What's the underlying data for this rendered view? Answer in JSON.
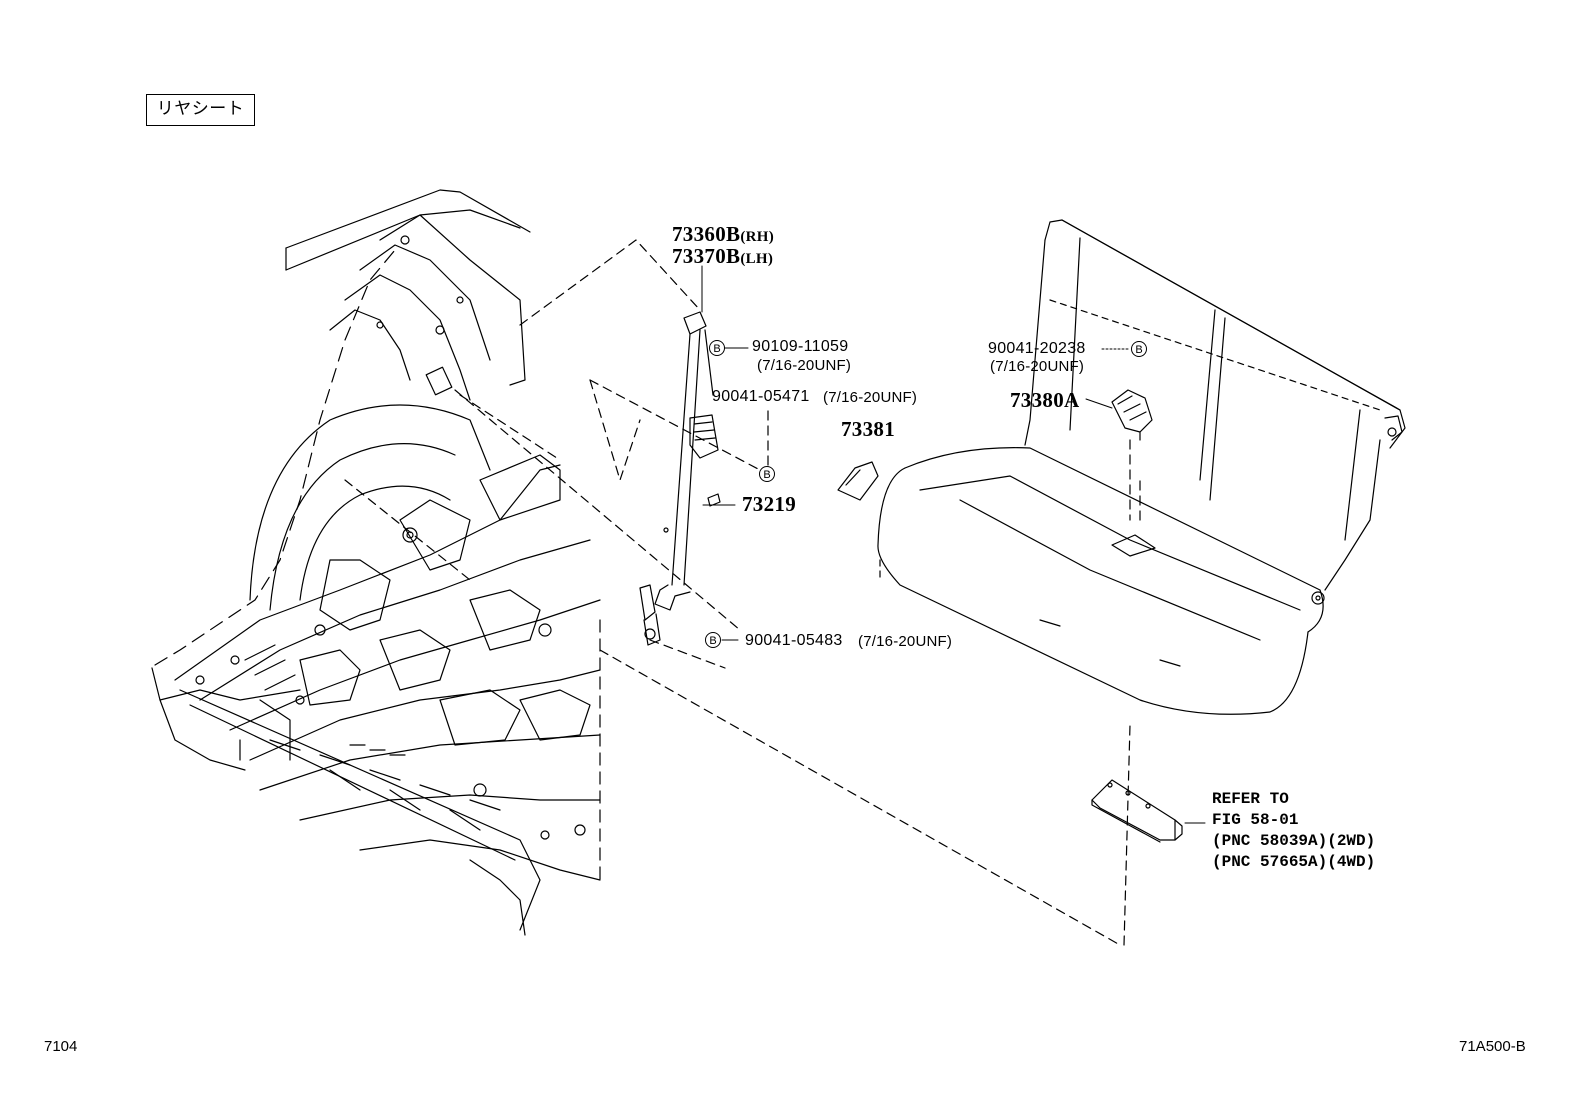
{
  "header": {
    "section_title": "リヤシート"
  },
  "labels": {
    "belt_rh": "73360B",
    "belt_rh_side": "(RH)",
    "belt_lh": "73370B",
    "belt_lh_side": "(LH)",
    "bolt_upper": "90109-11059",
    "bolt_upper_spec": "(7/16-20UNF)",
    "bolt_mid": "90041-05471",
    "bolt_mid_spec": "(7/16-20UNF)",
    "clip": "73219",
    "bolt_lower": "90041-05483",
    "bolt_lower_spec": "(7/16-20UNF)",
    "bezel": "73381",
    "buckle_bolt": "90041-20238",
    "buckle_bolt_spec": "(7/16-20UNF)",
    "buckle": "73380A",
    "bolt_mark": "B",
    "refer_line1": "REFER TO",
    "refer_line2": "FIG 58-01",
    "refer_line3": "(PNC 58039A)(2WD)",
    "refer_line4": "(PNC 57665A)(4WD)"
  },
  "footer": {
    "page_number": "7104",
    "figure_code": "71A500-B"
  }
}
